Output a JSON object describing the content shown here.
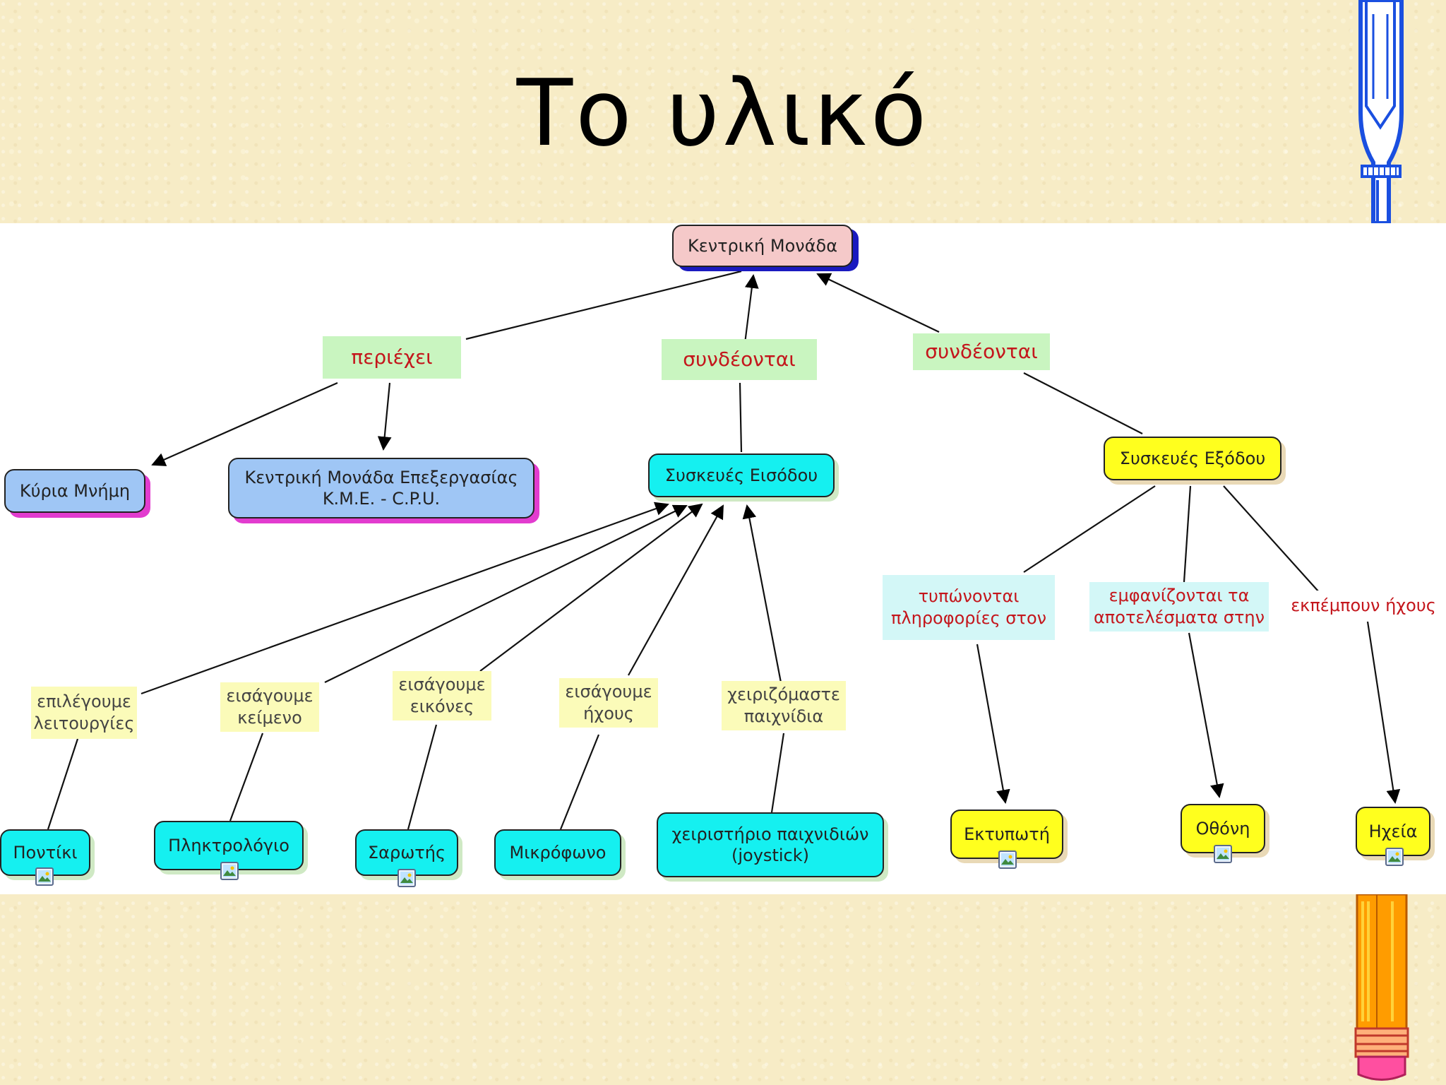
{
  "title": "Το υλικό",
  "nodes": {
    "central_unit": "Κεντρική Μονάδα",
    "main_memory": "Κύρια Μνήμη",
    "cpu_line1": "Κεντρική Μονάδα Επεξεργασίας",
    "cpu_line2": "Κ.Μ.Ε. - C.P.U.",
    "input_devices": "Συσκευές Εισόδου",
    "output_devices": "Συσκευές Εξόδου",
    "mouse": "Ποντίκι",
    "keyboard": "Πληκτρολόγιο",
    "scanner": "Σαρωτής",
    "microphone": "Μικρόφωνο",
    "joystick_line1": "χειριστήριο παιχνιδιών",
    "joystick_line2": "(joystick)",
    "printer": "Εκτυπωτή",
    "screen": "Οθόνη",
    "speakers": "Ηχεία"
  },
  "links": {
    "contains": "περιέχει",
    "connected_in": "συνδέονται",
    "connected_out": "συνδέονται",
    "select_functions_1": "επιλέγουμε",
    "select_functions_2": "λειτουργίες",
    "enter_text_1": "εισάγουμε",
    "enter_text_2": "κείμενο",
    "enter_images_1": "εισάγουμε",
    "enter_images_2": "εικόνες",
    "enter_sound_1": "εισάγουμε",
    "enter_sound_2": "ήχους",
    "play_games_1": "χειριζόμαστε",
    "play_games_2": "παιχνίδια",
    "printed_1": "τυπώνονται",
    "printed_2": "πληροφορίες στον",
    "shown_1": "εμφανίζονται τα",
    "shown_2": "αποτελέσματα στην",
    "emit_sound": "εκπέμπουν ήχους"
  },
  "colors": {
    "central": "#f5c9c9",
    "memory_cpu": "#9fc6f5",
    "input": "#15f0f0",
    "output": "#ffff1e",
    "link_text": "#c4161c"
  },
  "icons": [
    "screwdriver-icon",
    "pencil-icon",
    "image-attachment-icon"
  ]
}
